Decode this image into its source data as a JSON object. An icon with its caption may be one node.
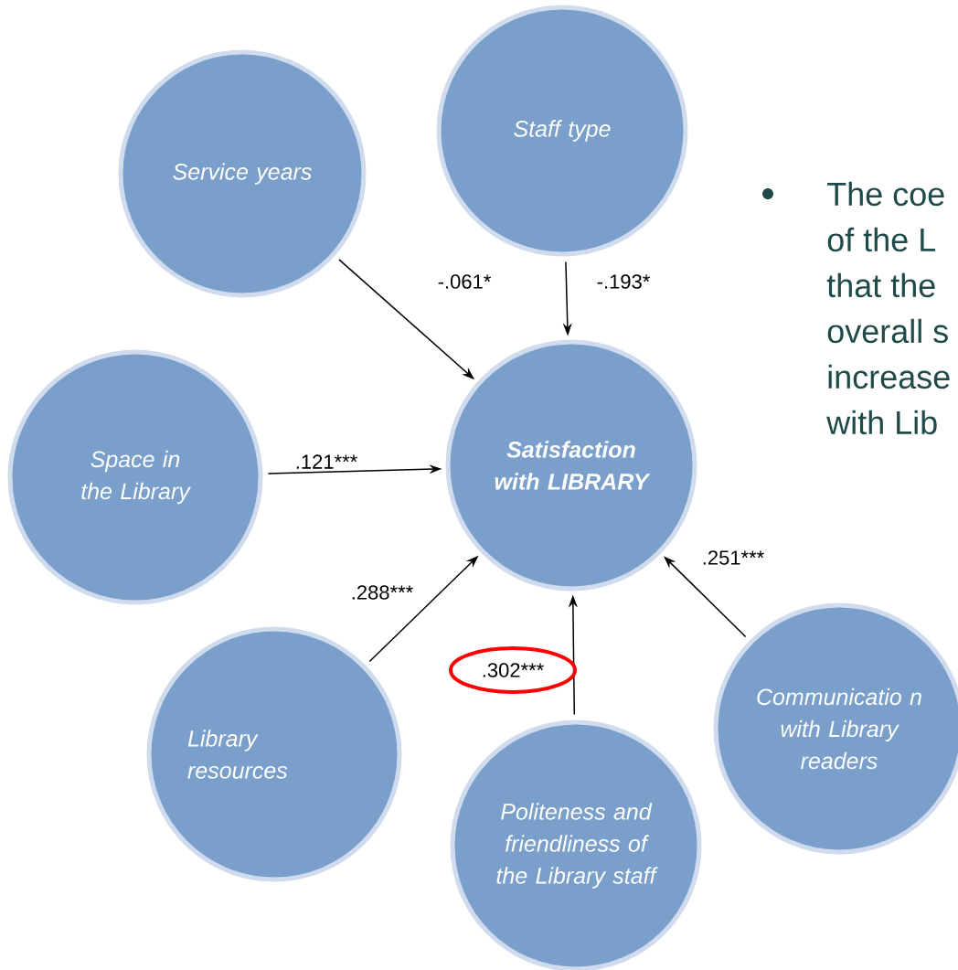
{
  "diagram": {
    "nodes": [
      {
        "text": [
          "Service years"
        ]
      },
      {
        "text": [
          "Staff type"
        ]
      },
      {
        "text": [
          "Space in the Library"
        ]
      },
      {
        "text": [
          "Satisfaction with LIBRARY"
        ]
      },
      {
        "text": [
          "Library resources"
        ]
      },
      {
        "text": [
          "Politeness and friendliness of the Library staff"
        ]
      },
      {
        "text": [
          "Communicatio n with Library readers"
        ]
      }
    ],
    "edges": [
      {
        "from": 0,
        "to": 3,
        "arrow": "to",
        "label": "-.061*"
      },
      {
        "from": 1,
        "to": 3,
        "arrow": "to",
        "label": "-.193*"
      },
      {
        "from": 2,
        "to": 3,
        "arrow": "to",
        "label": ".121***"
      },
      {
        "from": 4,
        "to": 3,
        "arrow": "to",
        "label": ".288***"
      },
      {
        "from": 5,
        "to": 3,
        "arrow": "to",
        "label": ".302***"
      },
      {
        "from": 6,
        "to": 3,
        "arrow": "to",
        "label": ".251***"
      }
    ],
    "labels": [
      "The coe",
      "of the L",
      "that the",
      "overall s",
      "increase",
      "with Lib"
    ]
  }
}
